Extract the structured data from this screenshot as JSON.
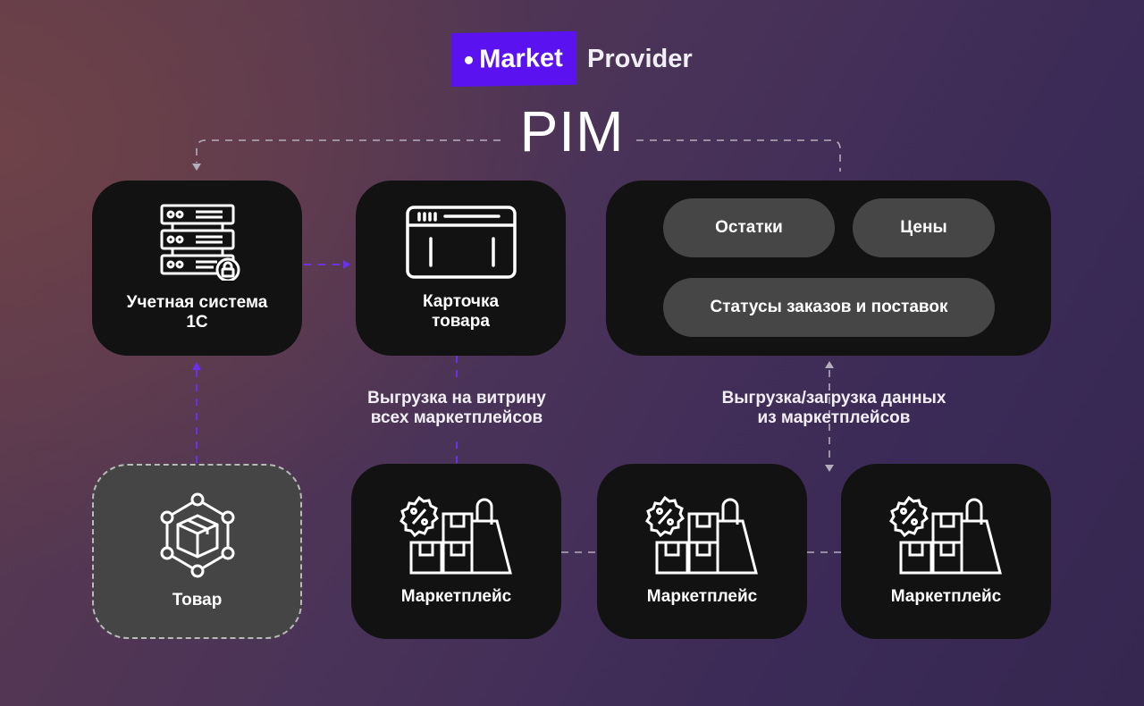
{
  "brand": {
    "mark": "Market",
    "name": "Provider",
    "accent": "#5a13f0"
  },
  "title": "PIM",
  "nodes": {
    "accounting": {
      "line1": "Учетная система",
      "line2": "1С",
      "icon": "server-lock-icon"
    },
    "product_card": {
      "line1": "Карточка",
      "line2": "товара",
      "icon": "browser-window-icon"
    },
    "product": {
      "label": "Товар",
      "icon": "box-network-icon"
    },
    "pim_panel": {
      "pills": [
        "Остатки",
        "Цены",
        "Статусы заказов и поставок"
      ]
    },
    "marketplaces": [
      {
        "label": "Маркетплейс"
      },
      {
        "label": "Маркетплейс"
      },
      {
        "label": "Маркетплейс"
      }
    ]
  },
  "notes": {
    "upload": {
      "line1": "Выгрузка на витрину",
      "line2": "всех маркетплейсов"
    },
    "sync": {
      "line1": "Выгрузка/загрузка данных",
      "line2": "из маркетплейсов"
    }
  },
  "colors": {
    "flow": "#6a2ff0",
    "sync": "#b4adbb"
  }
}
